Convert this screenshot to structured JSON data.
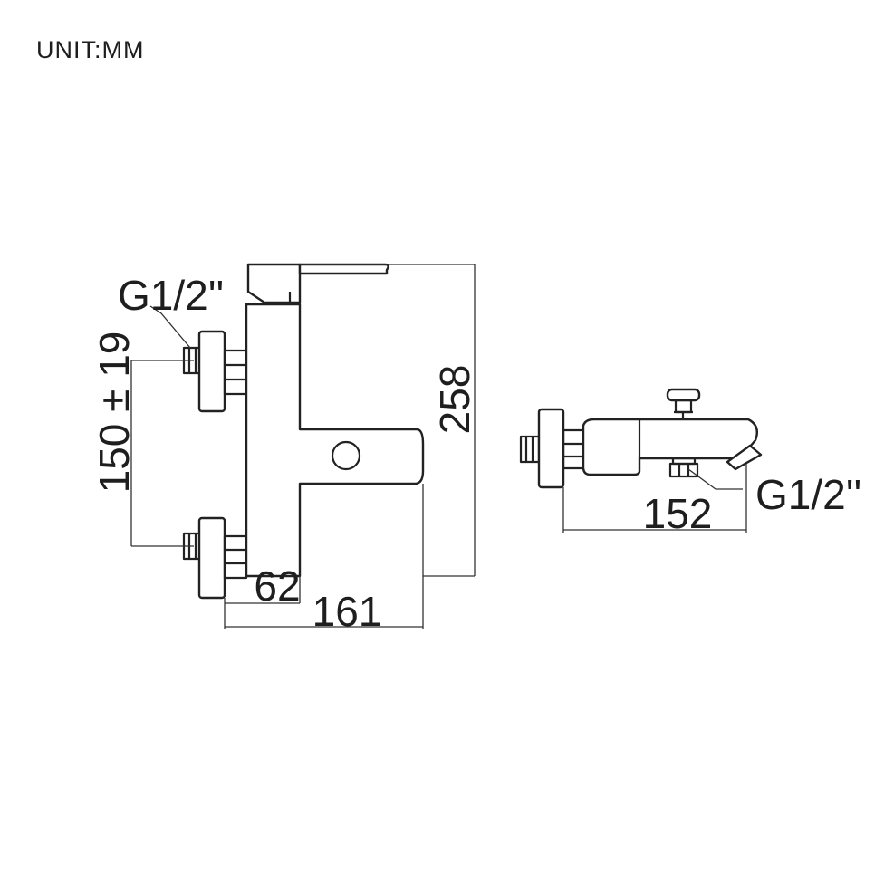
{
  "unit_label": "UNIT:MM",
  "front_view": {
    "thread_label": "G1/2''",
    "height": "258",
    "inlet_spacing": "150 ± 19",
    "wall_to_body": "62",
    "total_depth": "161"
  },
  "side_view": {
    "thread_label": "G1/2''",
    "width": "152"
  }
}
